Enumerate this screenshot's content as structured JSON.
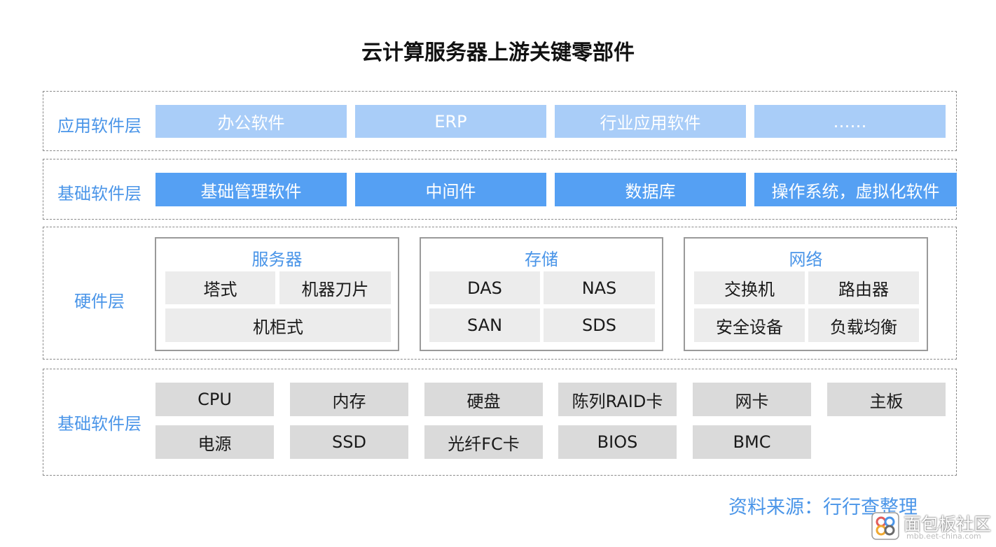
{
  "title": "云计算服务器上游关键零部件",
  "layers": {
    "application": {
      "label": "应用软件层",
      "items": [
        "办公软件",
        "ERP",
        "行业应用软件",
        "……"
      ]
    },
    "base": {
      "label": "基础软件层",
      "items": [
        "基础管理软件",
        "中间件",
        "数据库",
        "操作系统，虚拟化软件"
      ]
    },
    "hardware": {
      "label": "硬件层",
      "groups": [
        {
          "title": "服务器",
          "items": [
            "塔式",
            "机器刀片",
            "机柜式"
          ]
        },
        {
          "title": "存储",
          "items": [
            "DAS",
            "NAS",
            "SAN",
            "SDS"
          ]
        },
        {
          "title": "网络",
          "items": [
            "交换机",
            "路由器",
            "安全设备",
            "负载均衡"
          ]
        }
      ]
    },
    "components": {
      "label": "基础软件层",
      "row1": [
        "CPU",
        "内存",
        "硬盘",
        "陈列RAID卡",
        "网卡",
        "主板"
      ],
      "row2": [
        "电源",
        "SSD",
        "光纤FC卡",
        "BIOS",
        "BMC"
      ]
    }
  },
  "source": "资料来源：行行查整理",
  "watermark": {
    "text": "面包板社区",
    "url": "mbb.eet-china.com"
  },
  "colors": {
    "accent": "#4a95e8",
    "light_blue": "#a9cdf8",
    "mid_blue": "#55a0f3",
    "gray": "#dadada"
  }
}
